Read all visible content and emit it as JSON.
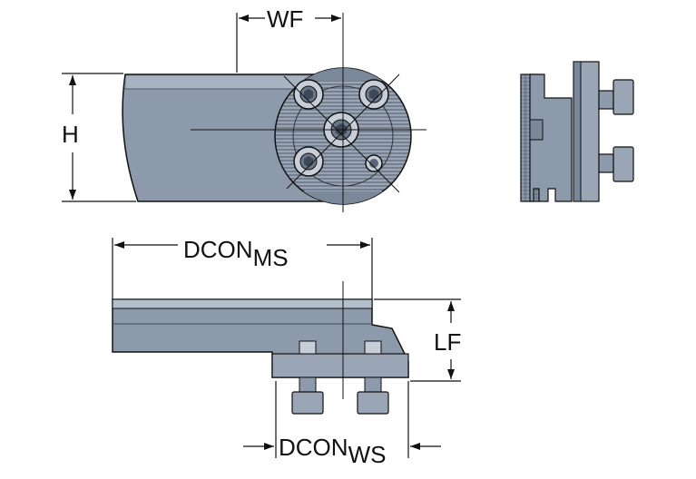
{
  "colors": {
    "body_fill": "#8d9aab",
    "body_dark": "#5f6d80",
    "body_light": "#b4bfcc",
    "line": "#111111",
    "background": "#ffffff"
  },
  "labels": {
    "wf": "WF",
    "h": "H",
    "dcon_ms_main": "DCON",
    "dcon_ms_sub": "MS",
    "lf": "LF",
    "dcon_ws_main": "DCON",
    "dcon_ws_sub": "WS"
  }
}
